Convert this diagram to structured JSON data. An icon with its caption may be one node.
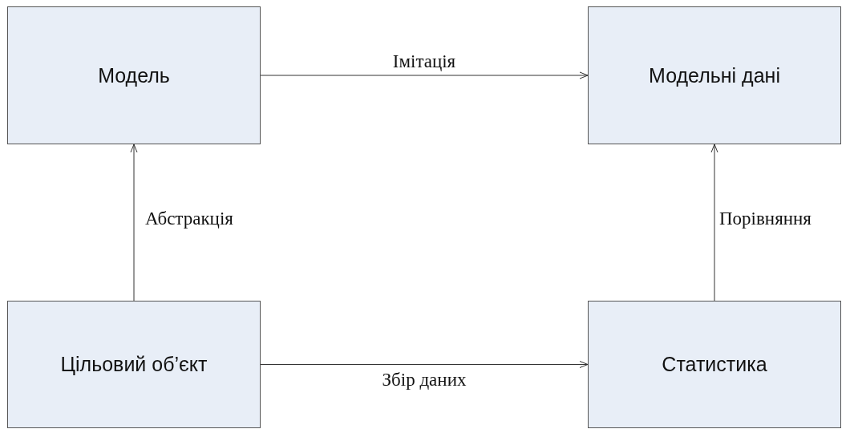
{
  "diagram": {
    "nodes": [
      {
        "text": [
          "Модель"
        ]
      },
      {
        "text": [
          "Модельні дані"
        ]
      },
      {
        "text": [
          "Цільовий об’єкт"
        ]
      },
      {
        "text": [
          "Статистика"
        ]
      }
    ],
    "edges": [
      {
        "from": 0,
        "to": 1,
        "arrow": "to",
        "label": "Імітація"
      },
      {
        "from": 2,
        "to": 0,
        "arrow": "to",
        "label": "Абстракція"
      },
      {
        "from": 3,
        "to": 1,
        "arrow": "to",
        "label": "Порівняння"
      },
      {
        "from": 2,
        "to": 3,
        "arrow": "to",
        "label": "Збір даних"
      }
    ]
  }
}
